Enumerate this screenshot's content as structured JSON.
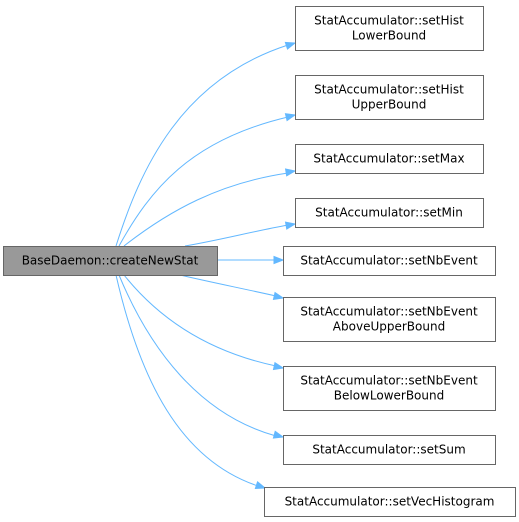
{
  "diagram": {
    "type": "call-graph",
    "colors": {
      "edge": "#63b8ff",
      "node_border": "#666666",
      "source_fill": "#999999",
      "target_fill": "#ffffff"
    },
    "source": {
      "id": "src",
      "lines": [
        "BaseDaemon::createNewStat"
      ]
    },
    "targets": [
      {
        "id": "t1",
        "lines": [
          "StatAccumulator::setHist",
          "LowerBound"
        ]
      },
      {
        "id": "t2",
        "lines": [
          "StatAccumulator::setHist",
          "UpperBound"
        ]
      },
      {
        "id": "t3",
        "lines": [
          "StatAccumulator::setMax"
        ]
      },
      {
        "id": "t4",
        "lines": [
          "StatAccumulator::setMin"
        ]
      },
      {
        "id": "t5",
        "lines": [
          "StatAccumulator::setNbEvent"
        ]
      },
      {
        "id": "t6",
        "lines": [
          "StatAccumulator::setNbEvent",
          "AboveUpperBound"
        ]
      },
      {
        "id": "t7",
        "lines": [
          "StatAccumulator::setNbEvent",
          "BelowLowerBound"
        ]
      },
      {
        "id": "t8",
        "lines": [
          "StatAccumulator::setSum"
        ]
      },
      {
        "id": "t9",
        "lines": [
          "StatAccumulator::setVecHistogram"
        ]
      }
    ]
  }
}
